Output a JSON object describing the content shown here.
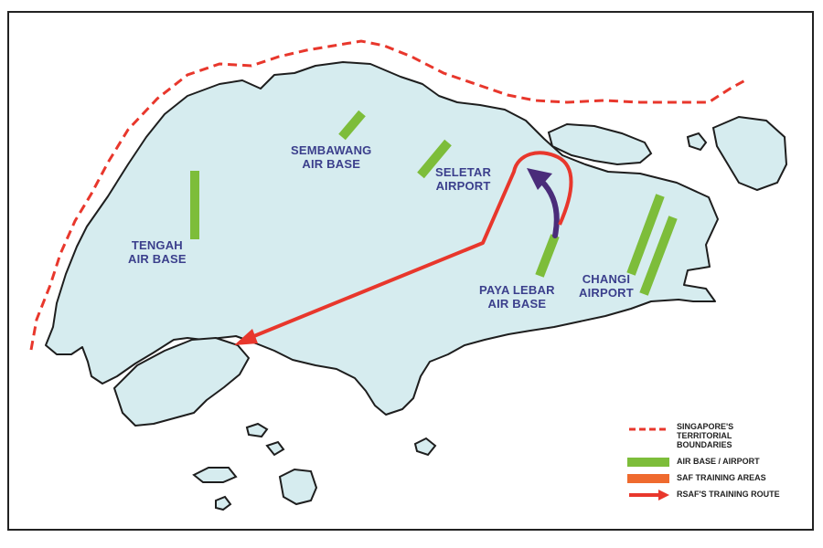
{
  "places": {
    "tengah": "TENGAH\nAIR BASE",
    "sembawang": "SEMBAWANG\nAIR BASE",
    "seletar": "SELETAR\nAIRPORT",
    "paya_lebar": "PAYA LEBAR\nAIR BASE",
    "changi": "CHANGI\nAIRPORT"
  },
  "legend": {
    "boundaries": "SINGAPORE'S\nTERRITORIAL\nBOUNDARIES",
    "air_base": "AIR BASE / AIRPORT",
    "training_areas": "SAF TRAINING AREAS",
    "training_route": "RSAF'S TRAINING ROUTE"
  },
  "colors": {
    "land": "#d6ecef",
    "outline": "#1e1e1e",
    "boundary": "#e8372c",
    "air_base": "#7dbd3a",
    "training_area": "#ef6a2e",
    "training_route": "#e8372c",
    "takeoff_path": "#4a2c7a",
    "label": "#3b3f8c"
  }
}
